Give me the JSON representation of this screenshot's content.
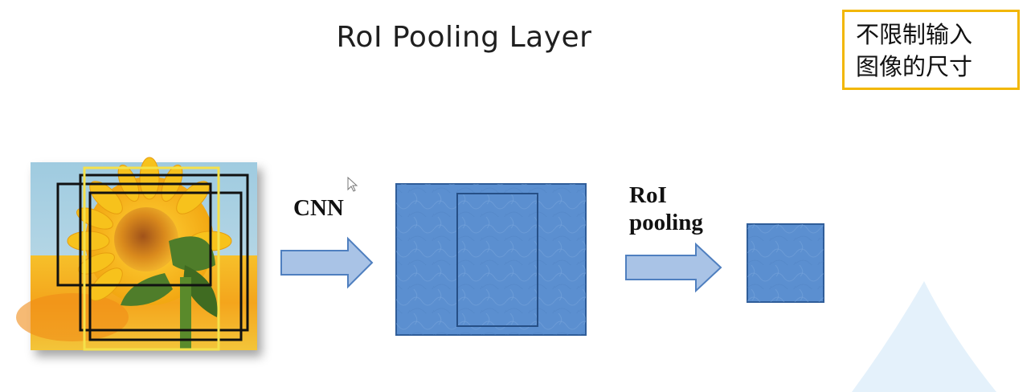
{
  "title": "RoI Pooling Layer",
  "note": {
    "line1": "不限制输入",
    "line2": "图像的尺寸",
    "border_color": "#f2b705"
  },
  "labels": {
    "cnn": "CNN",
    "roi_line1": "RoI",
    "roi_line2": "pooling"
  },
  "input_image": {
    "subject": "sunflower photo",
    "proposal_boxes": 4,
    "highlight_box_color": "#f5e14a"
  },
  "colors": {
    "feature_map": "#5b8fd0",
    "feature_map_stroke": "#2f5d99",
    "arrow_fill": "#a9c3e6",
    "arrow_stroke": "#4f7fbf"
  }
}
